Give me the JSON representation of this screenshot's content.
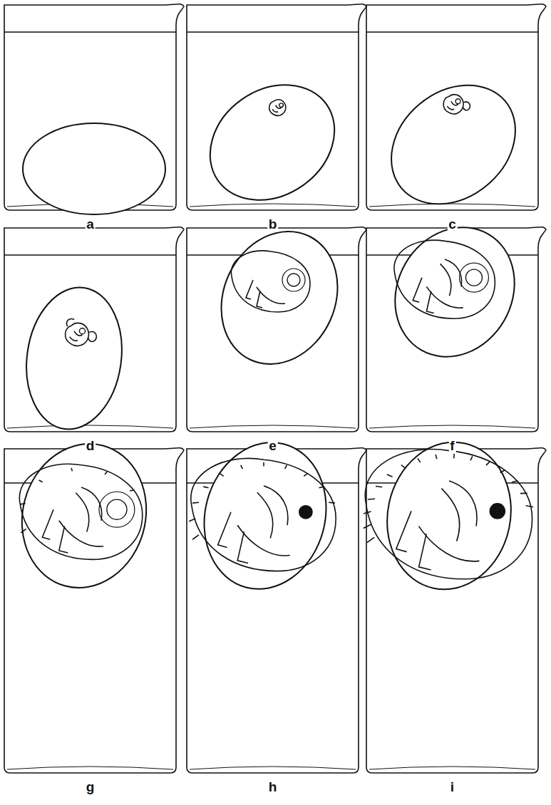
{
  "diagram": {
    "labels": [
      "a",
      "b",
      "c",
      "d",
      "e",
      "f",
      "g",
      "h",
      "i"
    ]
  }
}
